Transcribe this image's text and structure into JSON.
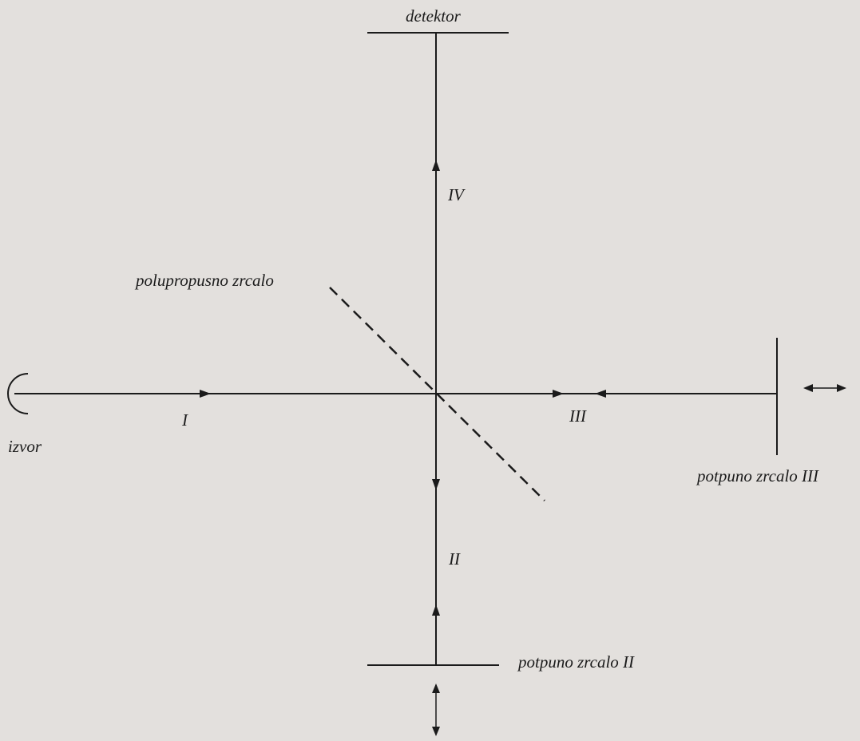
{
  "diagram": {
    "labels": {
      "detector": "detektor",
      "beamsplitter": "polupropusno zrcalo",
      "source": "izvor",
      "mirror_three": "potpuno zrcalo III",
      "mirror_two": "potpuno zrcalo II",
      "path_one": "I",
      "path_two": "II",
      "path_three": "III",
      "path_four": "IV"
    },
    "colors": {
      "background": "#e3e0dd",
      "ink": "#1b1b1b"
    }
  }
}
